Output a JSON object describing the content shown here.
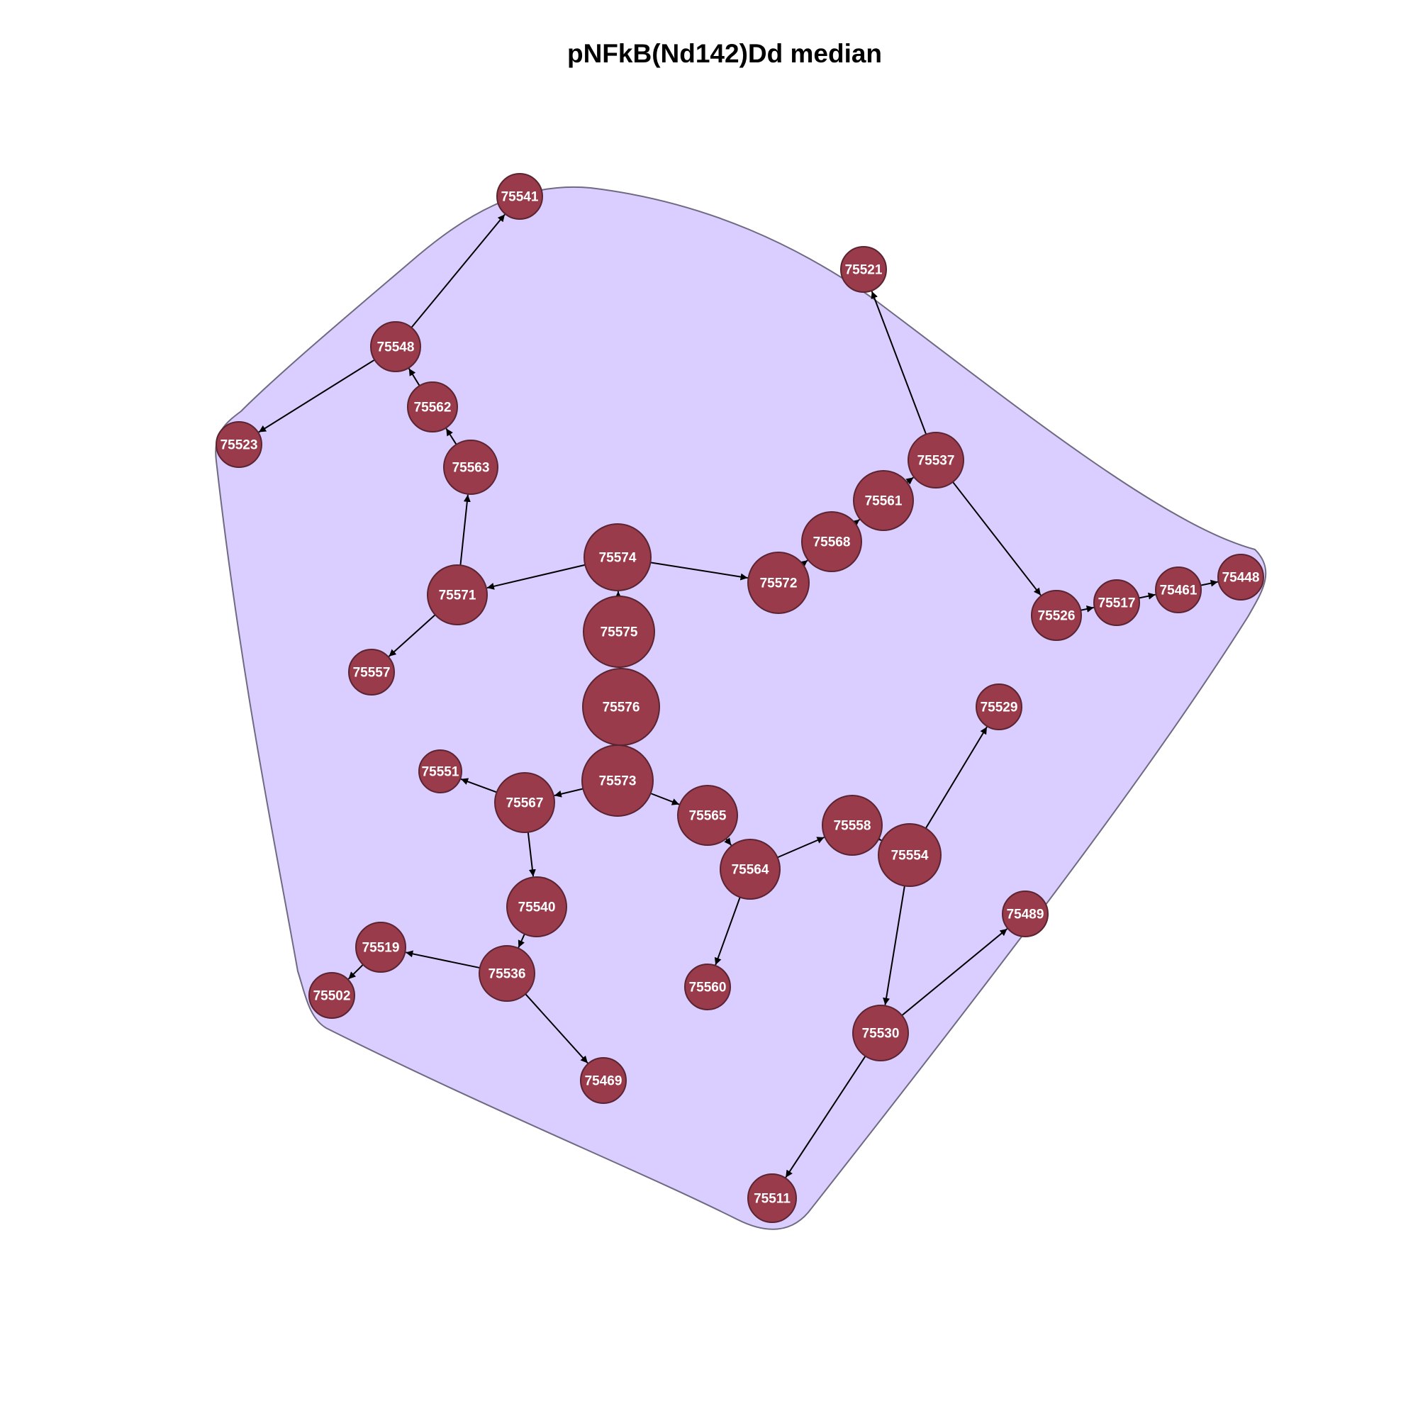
{
  "title": "pNFkB(Nd142)Dd median",
  "colors": {
    "node_fill": "#9a3b4b",
    "node_stroke": "#5a2430",
    "hull_fill": "#dacdff",
    "hull_stroke": "#6f6a80",
    "edge": "#000000",
    "label": "#ffffff"
  },
  "graph": {
    "nodes": [
      {
        "id": "75541"
      },
      {
        "id": "75521"
      },
      {
        "id": "75548"
      },
      {
        "id": "75562"
      },
      {
        "id": "75523"
      },
      {
        "id": "75563"
      },
      {
        "id": "75537"
      },
      {
        "id": "75561"
      },
      {
        "id": "75568"
      },
      {
        "id": "75574"
      },
      {
        "id": "75572"
      },
      {
        "id": "75571"
      },
      {
        "id": "75526"
      },
      {
        "id": "75517"
      },
      {
        "id": "75461"
      },
      {
        "id": "75448"
      },
      {
        "id": "75575"
      },
      {
        "id": "75557"
      },
      {
        "id": "75576"
      },
      {
        "id": "75529"
      },
      {
        "id": "75551"
      },
      {
        "id": "75573"
      },
      {
        "id": "75567"
      },
      {
        "id": "75565"
      },
      {
        "id": "75558"
      },
      {
        "id": "75554"
      },
      {
        "id": "75564"
      },
      {
        "id": "75540"
      },
      {
        "id": "75489"
      },
      {
        "id": "75519"
      },
      {
        "id": "75536"
      },
      {
        "id": "75560"
      },
      {
        "id": "75502"
      },
      {
        "id": "75530"
      },
      {
        "id": "75469"
      },
      {
        "id": "75511"
      }
    ],
    "edges": [
      {
        "from": "75576",
        "to": "75575"
      },
      {
        "from": "75575",
        "to": "75574"
      },
      {
        "from": "75576",
        "to": "75573"
      },
      {
        "from": "75574",
        "to": "75571"
      },
      {
        "from": "75574",
        "to": "75572"
      },
      {
        "from": "75571",
        "to": "75563"
      },
      {
        "from": "75571",
        "to": "75557"
      },
      {
        "from": "75563",
        "to": "75562"
      },
      {
        "from": "75562",
        "to": "75548"
      },
      {
        "from": "75548",
        "to": "75541"
      },
      {
        "from": "75548",
        "to": "75523"
      },
      {
        "from": "75572",
        "to": "75568"
      },
      {
        "from": "75568",
        "to": "75561"
      },
      {
        "from": "75561",
        "to": "75537"
      },
      {
        "from": "75537",
        "to": "75521"
      },
      {
        "from": "75537",
        "to": "75526"
      },
      {
        "from": "75526",
        "to": "75517"
      },
      {
        "from": "75517",
        "to": "75461"
      },
      {
        "from": "75461",
        "to": "75448"
      },
      {
        "from": "75573",
        "to": "75567"
      },
      {
        "from": "75573",
        "to": "75565"
      },
      {
        "from": "75567",
        "to": "75551"
      },
      {
        "from": "75567",
        "to": "75540"
      },
      {
        "from": "75540",
        "to": "75536"
      },
      {
        "from": "75536",
        "to": "75519"
      },
      {
        "from": "75536",
        "to": "75469"
      },
      {
        "from": "75519",
        "to": "75502"
      },
      {
        "from": "75565",
        "to": "75564"
      },
      {
        "from": "75564",
        "to": "75558"
      },
      {
        "from": "75564",
        "to": "75560"
      },
      {
        "from": "75558",
        "to": "75554"
      },
      {
        "from": "75554",
        "to": "75529"
      },
      {
        "from": "75554",
        "to": "75530"
      },
      {
        "from": "75530",
        "to": "75489"
      },
      {
        "from": "75530",
        "to": "75511"
      }
    ]
  }
}
